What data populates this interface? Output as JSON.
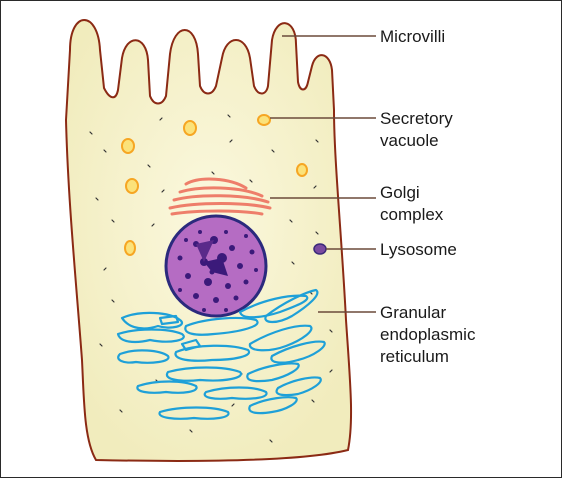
{
  "labels": {
    "microvilli": "Microvilli",
    "secretory_vacuole_1": "Secretory",
    "secretory_vacuole_2": "vacuole",
    "golgi_1": "Golgi",
    "golgi_2": "complex",
    "lysosome": "Lysosome",
    "rer_1": "Granular",
    "rer_2": "endoplasmic",
    "rer_3": "reticulum"
  },
  "colors": {
    "cytoplasm": "#f4f0c4",
    "membrane": "#8b2a14",
    "nucleus": "#b56cc3",
    "nucleus_border": "#2b2a7d",
    "golgi": "#ee7e6a",
    "er": "#1ea0d8",
    "vacuole": "#f6a623",
    "lysosome": "#7a4aa0",
    "leader": "#6b4a3a"
  }
}
